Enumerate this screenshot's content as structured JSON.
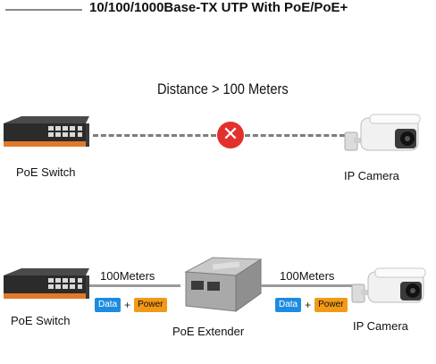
{
  "header": {
    "title": "10/100/1000Base-TX UTP With PoE/PoE+"
  },
  "top": {
    "distance_label": "Distance > 100 Meters",
    "switch_label": "PoE Switch",
    "camera_label": "IP Camera"
  },
  "bottom": {
    "switch_label": "PoE Switch",
    "extender_label": "PoE Extender",
    "camera_label": "IP Camera",
    "left_distance": "100Meters",
    "right_distance": "100Meters",
    "data_badge": "Data",
    "plus": "+",
    "power_badge": "Power"
  },
  "colors": {
    "data": "#1d8be0",
    "power": "#f29a17",
    "error": "#e2312d",
    "switch_orange": "#e07a2a"
  }
}
